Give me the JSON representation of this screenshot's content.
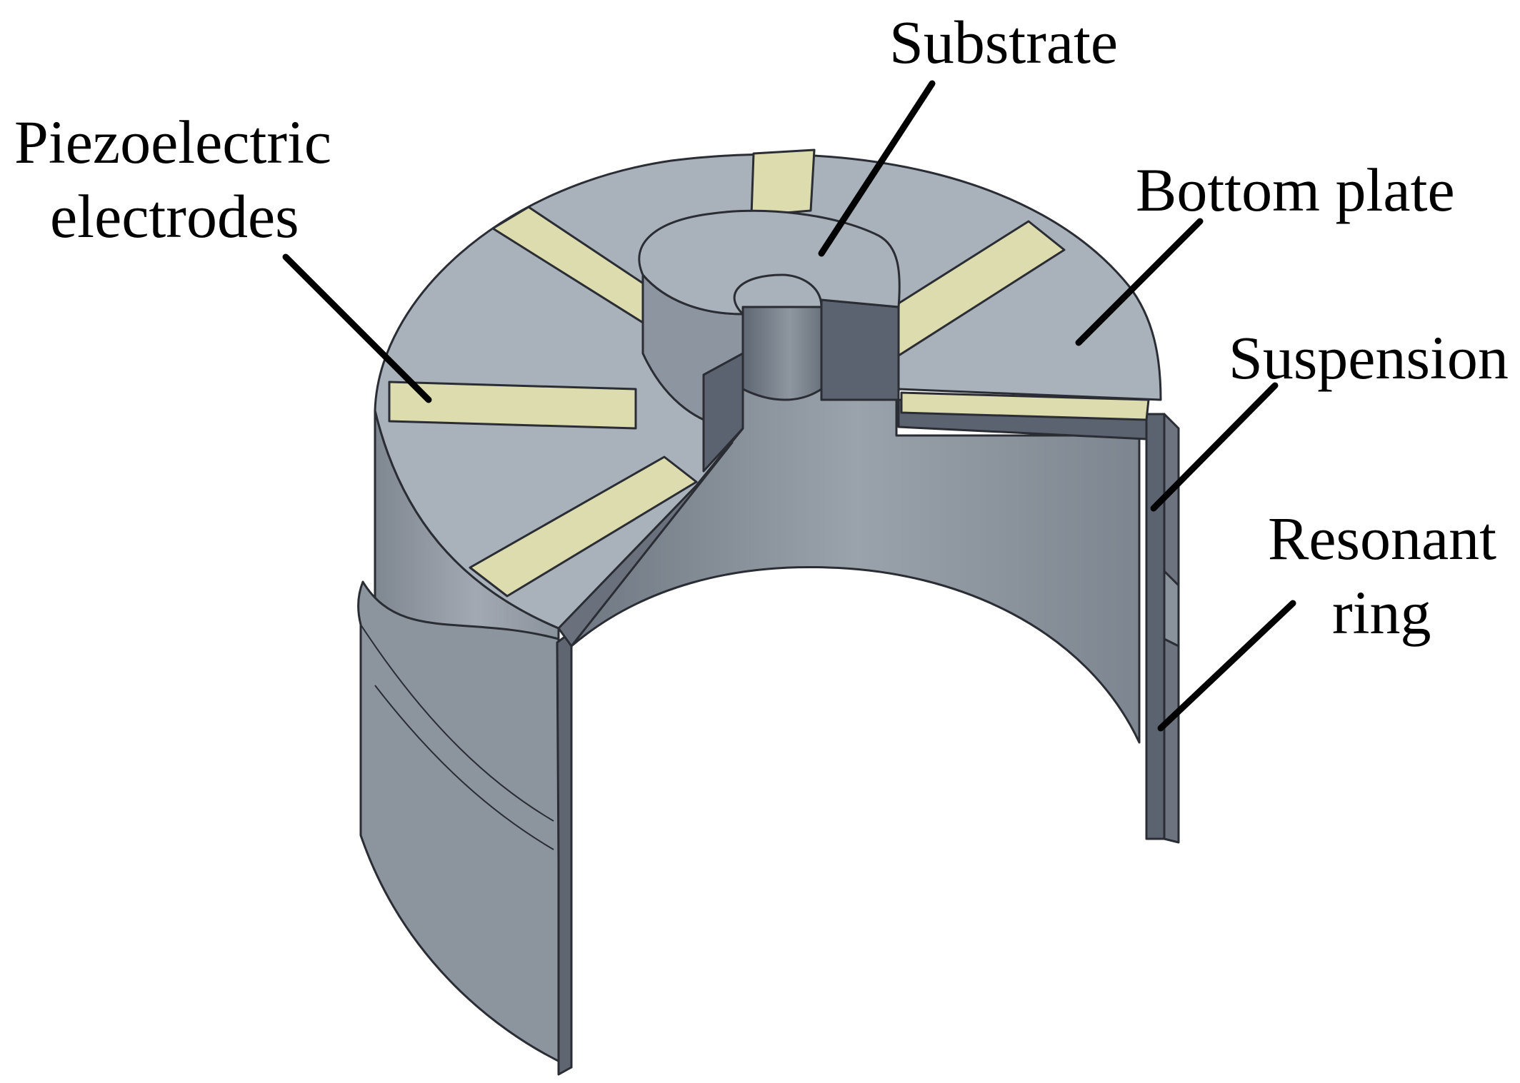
{
  "labels": {
    "substrate": "Substrate",
    "piezo_line1": "Piezoelectric",
    "piezo_line2": "electrodes",
    "bottom_plate": "Bottom plate",
    "suspension": "Suspension",
    "resonant_line1": "Resonant",
    "resonant_line2": "ring"
  },
  "colors": {
    "plate_top": "#a9b2bb",
    "electrode": "#dcdcae",
    "outer_wall": "#9199a2",
    "inner_wall": "#7f8791",
    "cut_face": "#5c6370",
    "hub_side": "#8d95a0",
    "bore": "#6c7480"
  },
  "icons": {
    "main": "resonator-cutaway-illustration"
  }
}
